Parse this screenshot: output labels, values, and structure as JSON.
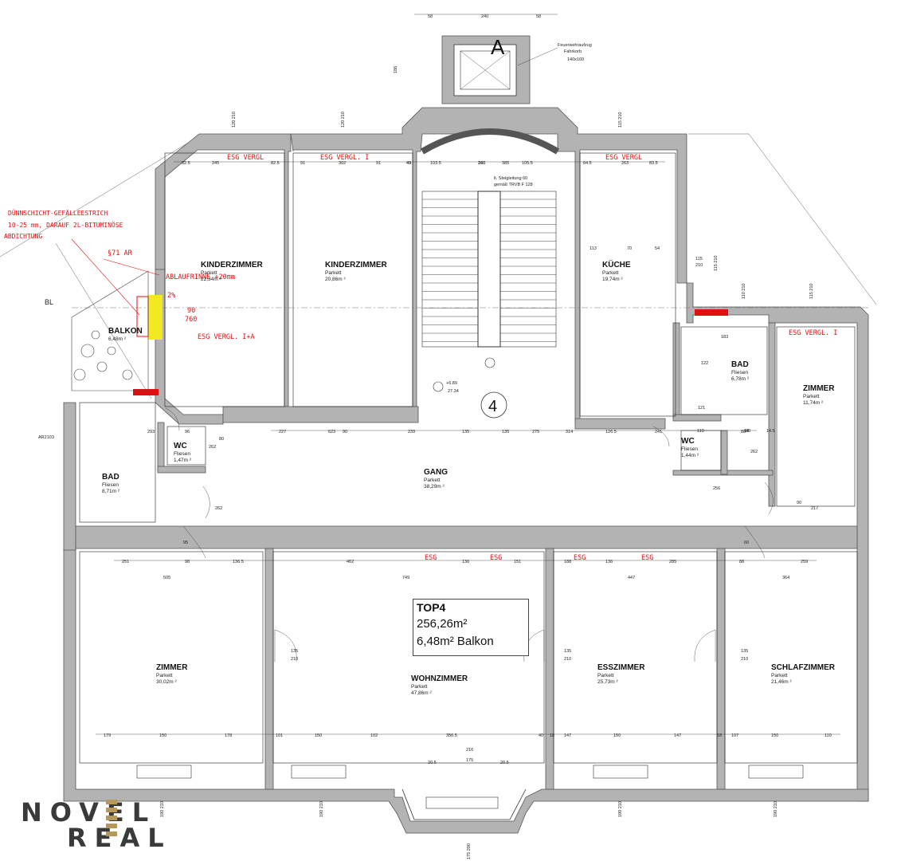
{
  "plan": {
    "unit_label": "TOP4",
    "total_area": "256,26m²",
    "balcony_area": "6,48m² Balkon",
    "marker_a": "A",
    "marker_4": "4",
    "elevator_note": [
      "Feuerwehraufzug",
      "Fahrkorb",
      "140x160"
    ],
    "stair_note": [
      "lt. Steigleitung 60",
      "gemäß TRVB F 128"
    ],
    "ar_label": "AR2103",
    "bl_label": "BL",
    "level_marks": [
      "+6.89",
      "27.34"
    ]
  },
  "rooms": [
    {
      "id": "kinderzimmer-1",
      "name": "KINDERZIMMER",
      "floor": "Parkett",
      "area": "22,34m ²"
    },
    {
      "id": "kinderzimmer-2",
      "name": "KINDERZIMMER",
      "floor": "Parkett",
      "area": "20,86m ²"
    },
    {
      "id": "kueche",
      "name": "KÜCHE",
      "floor": "Parkett",
      "area": "19,74m ²"
    },
    {
      "id": "balkon",
      "name": "BALKON",
      "floor": "",
      "area": "6,48m ²"
    },
    {
      "id": "bad-right",
      "name": "BAD",
      "floor": "Fliesen",
      "area": "6,78m ²"
    },
    {
      "id": "zimmer-right",
      "name": "ZIMMER",
      "floor": "Parkett",
      "area": "11,74m ²"
    },
    {
      "id": "wc-left",
      "name": "WC",
      "floor": "Fliesen",
      "area": "1,47m ²"
    },
    {
      "id": "wc-right",
      "name": "WC",
      "floor": "Fliesen",
      "area": "1,44m ²"
    },
    {
      "id": "bad-left",
      "name": "BAD",
      "floor": "Fliesen",
      "area": "8,71m ²"
    },
    {
      "id": "gang",
      "name": "GANG",
      "floor": "Parkett",
      "area": "38,29m ²"
    },
    {
      "id": "zimmer-left",
      "name": "ZIMMER",
      "floor": "Parkett",
      "area": "30,02m ²"
    },
    {
      "id": "wohnzimmer",
      "name": "WOHNZIMMER",
      "floor": "Parkett",
      "area": "47,86m ²"
    },
    {
      "id": "esszimmer",
      "name": "ESSZIMMER",
      "floor": "Parkett",
      "area": "25,73m ²"
    },
    {
      "id": "schlafzimmer",
      "name": "SCHLAFZIMMER",
      "floor": "Parkett",
      "area": "21,46m ²"
    }
  ],
  "annotations": {
    "screed_note": [
      "DÜNNSCHICHT-GEFÄLLEESTRICH",
      "10-25 mm, DARAUF 2L-BITUMINÖSE",
      "ABDICHTUNG"
    ],
    "esg_vergl": "ESG VERGL",
    "esg_vergl_i": "ESG VERGL. I",
    "esg_vergl_ia": "ESG VERGL. I+A",
    "esg": "ESG",
    "ar_mark": "§71 AR",
    "abl": "ABLAUFRINNE +20mm",
    "balk_vals": [
      "90",
      "760"
    ],
    "balk_pct": "2%"
  },
  "dimensions": {
    "top": [
      "58",
      "240",
      "58"
    ],
    "elev_side": "186",
    "win_pairs": [
      "120 210",
      "120 210",
      "115 210",
      "115 210",
      "110 210",
      "115 210"
    ],
    "north_rooms": [
      "82.5",
      "245",
      "82.5",
      "91",
      "302",
      "91",
      "49",
      "49",
      "103.5",
      "160",
      "105.5",
      "220",
      "385",
      "64.5",
      "263",
      "83.5"
    ],
    "gang_row": [
      "227",
      "90",
      "239",
      "135",
      "314",
      "293",
      "96",
      "623",
      "135",
      "275",
      "126.5",
      "241",
      "88"
    ],
    "south_top": [
      "251",
      "98",
      "136.5",
      "462",
      "136",
      "151",
      "188",
      "136",
      "285",
      "88",
      "259"
    ],
    "south_inner": [
      "505",
      "749",
      "447",
      "364"
    ],
    "south_bottom": [
      "179",
      "150",
      "178",
      "101",
      "150",
      "102",
      "356.5",
      "40",
      "18",
      "147",
      "150",
      "147",
      "18",
      "107",
      "150",
      "110"
    ],
    "bay": [
      "216",
      "175",
      "20.5",
      "20.5"
    ],
    "windows_south": [
      "190 210",
      "190 210",
      "175 200",
      "190 210",
      "190 210"
    ],
    "door_vals": [
      "135",
      "210"
    ],
    "kitchen": [
      "113",
      "70",
      "54",
      "115",
      "210"
    ],
    "misc": [
      "183",
      "122",
      "121",
      "119",
      "14",
      "80",
      "14.5",
      "256",
      "90",
      "217",
      "262",
      "262",
      "262",
      "80",
      "95",
      "60"
    ]
  },
  "logo": {
    "line1": "NOVEL",
    "line2": "REAL",
    "accent_color": "#b8975a"
  }
}
